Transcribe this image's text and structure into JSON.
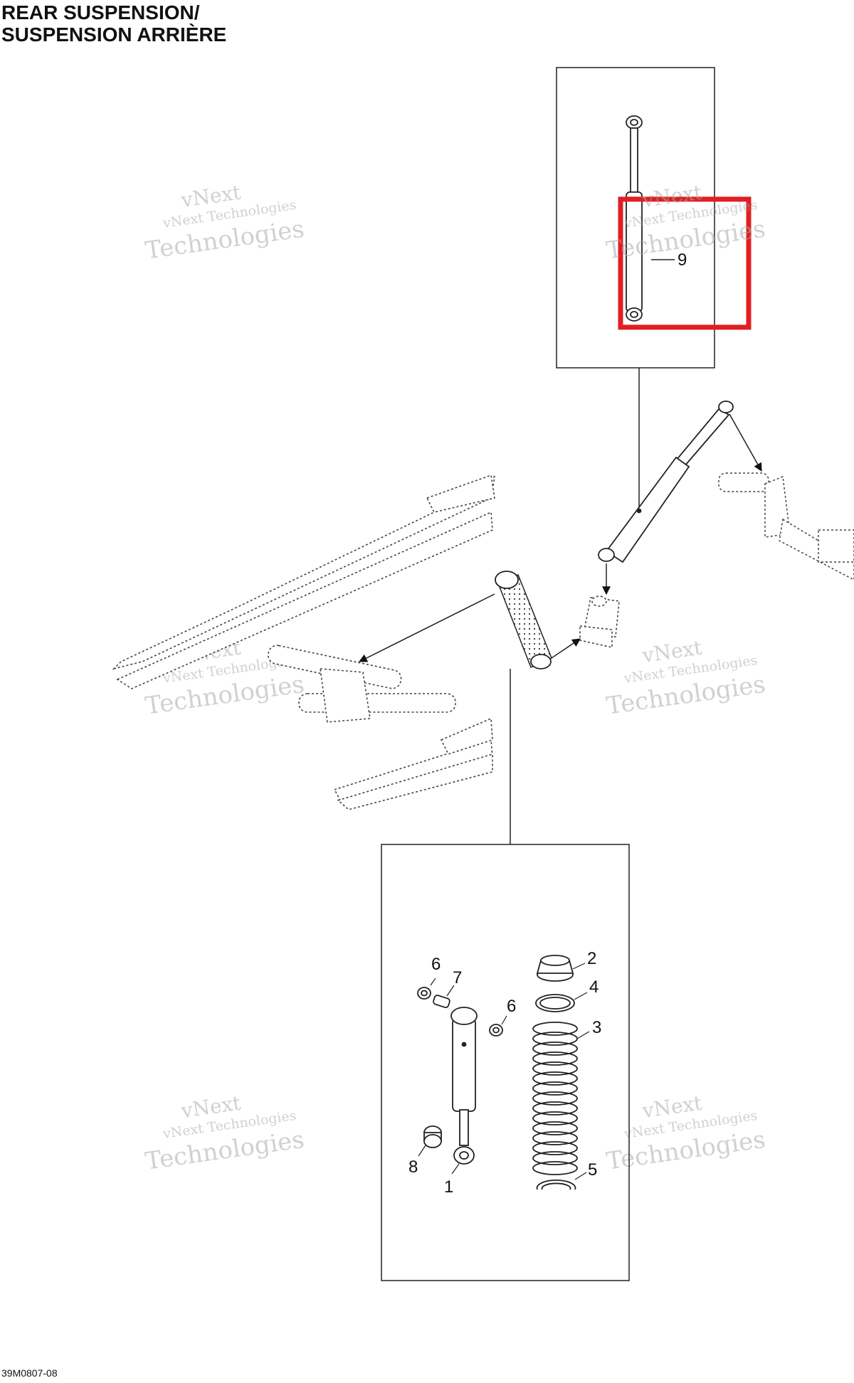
{
  "title": {
    "line1": "REAR SUSPENSION/",
    "line2": "SUSPENSION ARRIÈRE"
  },
  "footer_code": "39M0807-08",
  "watermark": {
    "line1": "vNext Technologies",
    "line2": "vNext",
    "line3": "Technologies"
  },
  "callouts": [
    "9",
    "6",
    "7",
    "6",
    "2",
    "4",
    "3",
    "8",
    "1",
    "5"
  ],
  "highlight_color": "#e01e24",
  "highlighted_part": "9"
}
